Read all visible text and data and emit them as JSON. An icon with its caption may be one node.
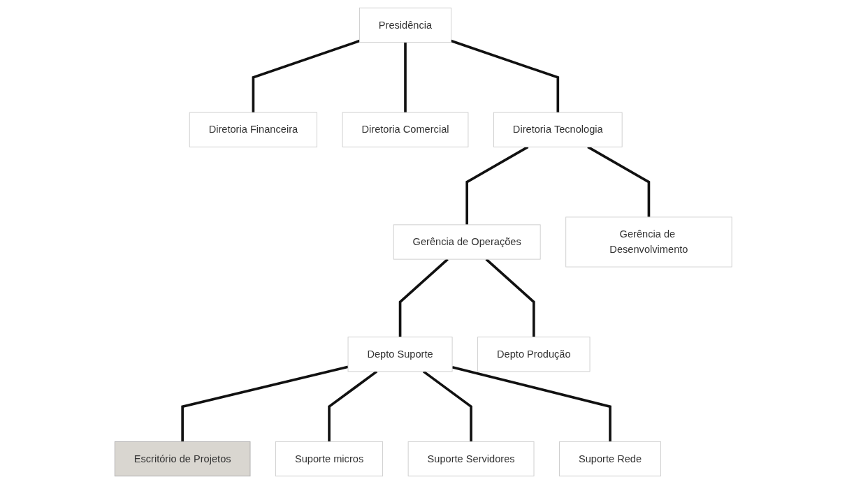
{
  "diagram": {
    "nodes": [
      {
        "text": [
          "Presidência"
        ]
      },
      {
        "text": [
          "Diretoria Financeira"
        ]
      },
      {
        "text": [
          "Diretoria Comercial"
        ]
      },
      {
        "text": [
          "Diretoria Tecnologia"
        ]
      },
      {
        "text": [
          "Gerência de Operações"
        ]
      },
      {
        "text": [
          "Gerência de Desenvolvimento"
        ]
      },
      {
        "text": [
          "Depto Suporte"
        ]
      },
      {
        "text": [
          "Depto Produção"
        ]
      },
      {
        "text": [
          "Escritório de Projetos"
        ]
      },
      {
        "text": [
          "Suporte micros"
        ]
      },
      {
        "text": [
          "Suporte Servidores"
        ]
      },
      {
        "text": [
          "Suporte Rede"
        ]
      }
    ],
    "edges": [
      {
        "from": 0,
        "to": 1,
        "arrow": "none"
      },
      {
        "from": 0,
        "to": 2,
        "arrow": "none"
      },
      {
        "from": 0,
        "to": 3,
        "arrow": "none"
      },
      {
        "from": 3,
        "to": 4,
        "arrow": "none"
      },
      {
        "from": 3,
        "to": 5,
        "arrow": "none"
      },
      {
        "from": 4,
        "to": 6,
        "arrow": "none"
      },
      {
        "from": 4,
        "to": 7,
        "arrow": "none"
      },
      {
        "from": 6,
        "to": 8,
        "arrow": "none"
      },
      {
        "from": 6,
        "to": 9,
        "arrow": "none"
      },
      {
        "from": 6,
        "to": 10,
        "arrow": "none"
      },
      {
        "from": 6,
        "to": 11,
        "arrow": "none"
      }
    ]
  }
}
